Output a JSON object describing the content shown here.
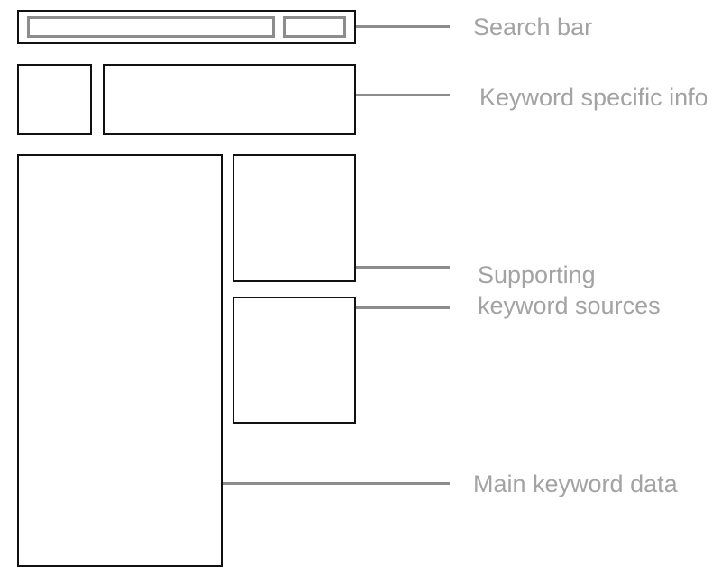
{
  "annotations": {
    "search_bar": "Search bar",
    "keyword_info": "Keyword specific info",
    "supporting_line1": "Supporting",
    "supporting_line2": "keyword sources",
    "main_data": "Main keyword data"
  },
  "colors": {
    "outline": "#111111",
    "inner_outline": "#8c8c8c",
    "leader_line": "#8c8c8c",
    "label_text": "#a3a3a3"
  }
}
